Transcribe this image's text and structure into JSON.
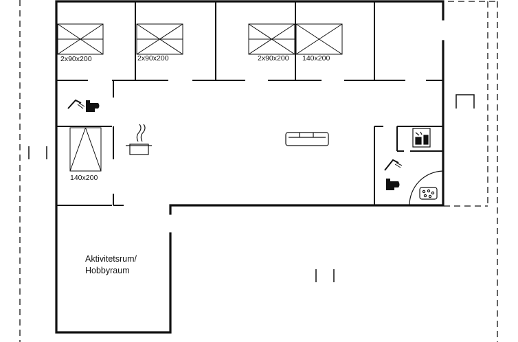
{
  "bed_labels": [
    "2x90x200",
    "2x90x200",
    "2x90x200",
    "140x200",
    "140x200"
  ],
  "rooms": {
    "activity_line1": "Aktivitetsrum/",
    "activity_line2": "Hobbyraum"
  },
  "icons": [
    "bed-icon",
    "shower-icon",
    "toilet-icon",
    "stove-pot-icon",
    "sofa-icon",
    "sauna-icon",
    "whirlpool-icon"
  ],
  "colors": {
    "wall": "#111111",
    "background": "#ffffff"
  }
}
